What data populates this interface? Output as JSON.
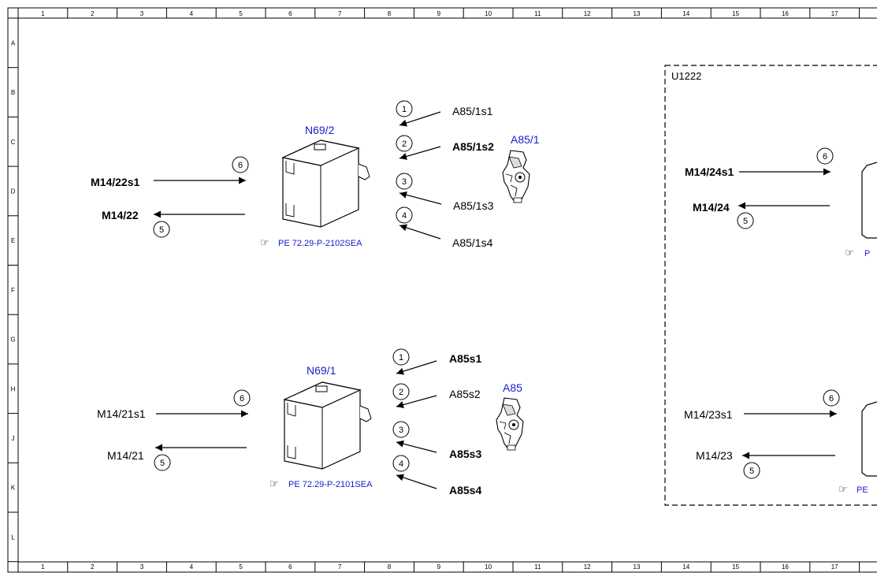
{
  "border": {
    "columns": [
      "1",
      "2",
      "3",
      "4",
      "5",
      "6",
      "7",
      "8",
      "9",
      "10",
      "11",
      "12",
      "13",
      "14",
      "15",
      "16",
      "17"
    ],
    "rows": [
      "A",
      "B",
      "C",
      "D",
      "E",
      "F",
      "G",
      "H",
      "J",
      "K",
      "L"
    ]
  },
  "group": {
    "name": "U1222"
  },
  "upper": {
    "module": "N69/2",
    "module_ref": "PE 72.29-P-2102SEA",
    "out_label": "M14/22s1",
    "out_num": "6",
    "in_label": "M14/22",
    "in_num": "5",
    "lock": "A85/1",
    "switches": [
      {
        "num": "1",
        "label": "A85/1s1"
      },
      {
        "num": "2",
        "label": "A85/1s2"
      },
      {
        "num": "3",
        "label": "A85/1s3"
      },
      {
        "num": "4",
        "label": "A85/1s4"
      }
    ]
  },
  "lower": {
    "module": "N69/1",
    "module_ref": "PE 72.29-P-2101SEA",
    "out_label": "M14/21s1",
    "out_num": "6",
    "in_label": "M14/21",
    "in_num": "5",
    "lock": "A85",
    "switches": [
      {
        "num": "1",
        "label": "A85s1"
      },
      {
        "num": "2",
        "label": "A85s2"
      },
      {
        "num": "3",
        "label": "A85s3"
      },
      {
        "num": "4",
        "label": "A85s4"
      }
    ]
  },
  "right_upper": {
    "out_label": "M14/24s1",
    "out_num": "6",
    "in_label": "M14/24",
    "in_num": "5",
    "ref": "P"
  },
  "right_lower": {
    "out_label": "M14/23s1",
    "out_num": "6",
    "in_label": "M14/23",
    "in_num": "5",
    "ref": "PE"
  }
}
